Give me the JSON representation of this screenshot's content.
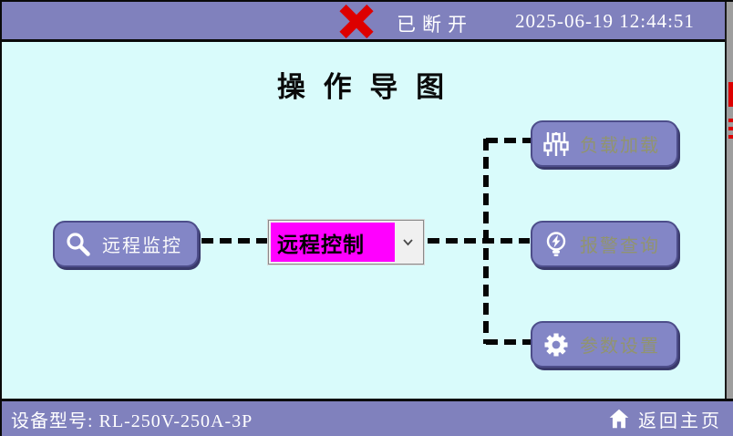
{
  "header": {
    "connection_status": "已断开",
    "datetime": "2025-06-19 12:44:51"
  },
  "main": {
    "title": "操 作 导 图",
    "remote_monitor_button": {
      "label": "远程监控",
      "icon": "magnifier-icon"
    },
    "mode_dropdown": {
      "selected_value": "远程控制"
    },
    "nav_buttons": [
      {
        "label": "负载加载",
        "icon": "sliders-icon"
      },
      {
        "label": "报警查询",
        "icon": "alarm-bulb-icon"
      },
      {
        "label": "参数设置",
        "icon": "gear-icon"
      }
    ]
  },
  "footer": {
    "device_model": "设备型号: RL-250V-250A-3P",
    "home_button_label": "返回主页"
  },
  "colors": {
    "bar_purple": "#8081bd",
    "button_purple": "#8386c6",
    "main_background": "#d9fbfb",
    "dropdown_selected_bg": "#ff00ff",
    "status_icon_red": "#dd0000",
    "disabled_label_olive": "#91946f",
    "connector_black": "#050505"
  }
}
